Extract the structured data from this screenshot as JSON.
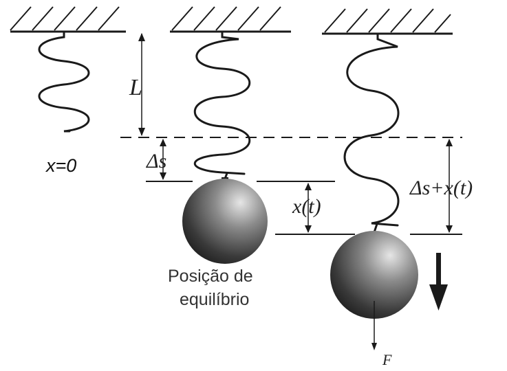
{
  "labels": {
    "x_zero": "x=0",
    "L": "L",
    "delta_s": "Δs",
    "x_t": "x(t)",
    "delta_s_plus_x_t": "Δs+x(t)",
    "equilibrium_line1": "Posição de",
    "equilibrium_line2": "equilíbrio",
    "force": "F"
  },
  "colors": {
    "line": "#1a1a1a",
    "mass_light": "#e6e6e6",
    "mass_mid": "#6a6a6a",
    "mass_dark": "#1e1e1e"
  }
}
